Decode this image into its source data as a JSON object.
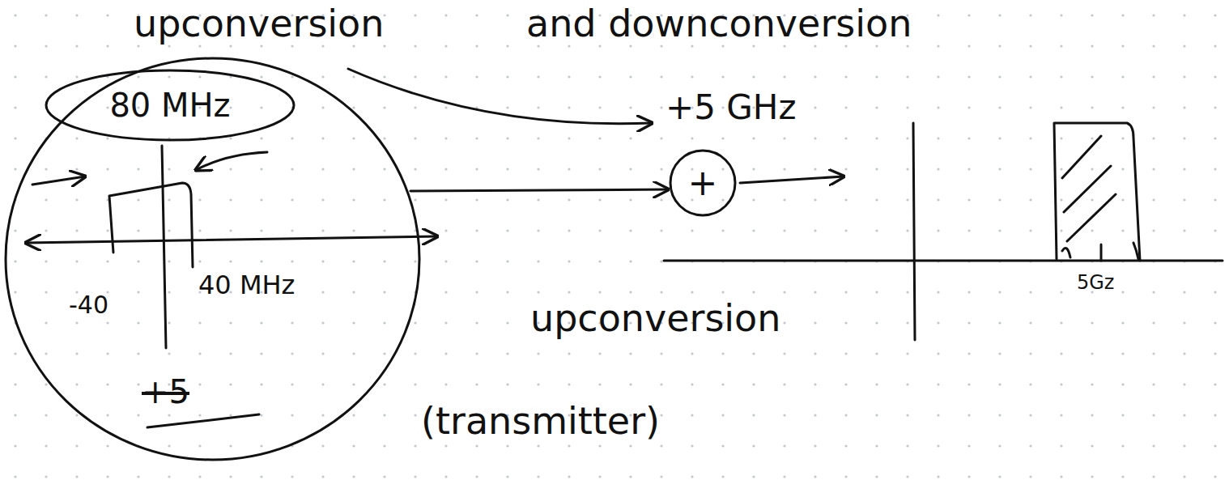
{
  "diagram": {
    "nodes": [
      {
        "text": [
          "-40",
          "40 MHz",
          "+5"
        ]
      },
      {
        "text": [
          "80 MHz"
        ],
        "in": 0
      },
      {
        "text": [
          "+"
        ]
      }
    ],
    "edges": [
      {
        "from": 0,
        "to": 2,
        "arrow": "to"
      }
    ],
    "labels": [
      "upconversion",
      "and downconversion",
      "+5 GHz",
      "upconversion",
      "(transmitter)",
      "5Gz"
    ]
  }
}
